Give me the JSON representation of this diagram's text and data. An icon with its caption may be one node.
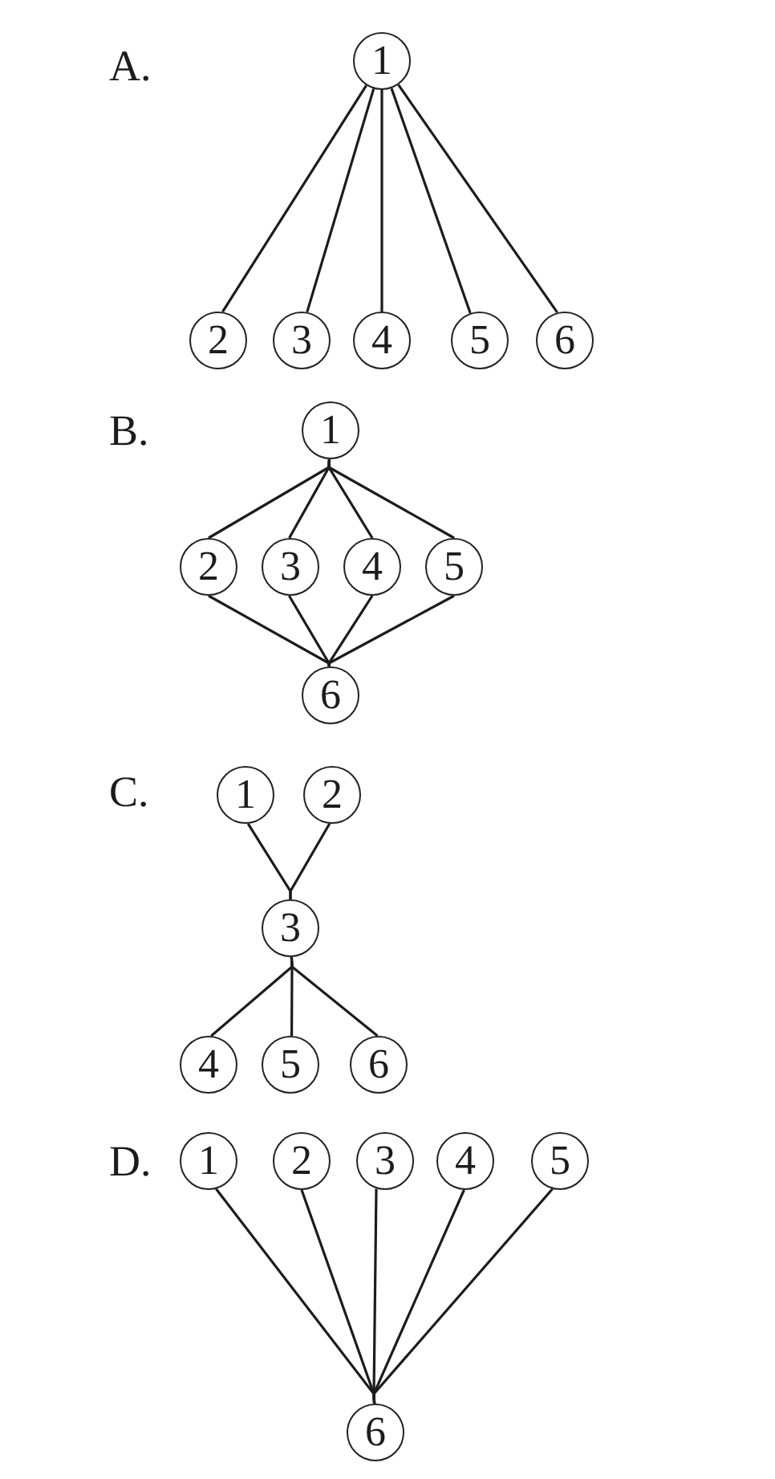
{
  "diagram": {
    "nodes": [
      {
        "text": [
          "1"
        ]
      },
      {
        "text": [
          "2"
        ]
      },
      {
        "text": [
          "3"
        ]
      },
      {
        "text": [
          "4"
        ]
      },
      {
        "text": [
          "5"
        ]
      },
      {
        "text": [
          "6"
        ]
      },
      {
        "text": [
          "1"
        ]
      },
      {
        "text": [
          "2"
        ]
      },
      {
        "text": [
          "3"
        ]
      },
      {
        "text": [
          "4"
        ]
      },
      {
        "text": [
          "5"
        ]
      },
      {
        "text": [
          "6"
        ]
      },
      {
        "text": [
          "1"
        ]
      },
      {
        "text": [
          "2"
        ]
      },
      {
        "text": [
          "3"
        ]
      },
      {
        "text": [
          "4"
        ]
      },
      {
        "text": [
          "5"
        ]
      },
      {
        "text": [
          "6"
        ]
      },
      {
        "text": [
          "1"
        ]
      },
      {
        "text": [
          "2"
        ]
      },
      {
        "text": [
          "3"
        ]
      },
      {
        "text": [
          "4"
        ]
      },
      {
        "text": [
          "5"
        ]
      },
      {
        "text": [
          "6"
        ]
      }
    ],
    "edges": [
      {
        "from": 0,
        "to": 1,
        "arrow": "none"
      },
      {
        "from": 0,
        "to": 2,
        "arrow": "none"
      },
      {
        "from": 0,
        "to": 3,
        "arrow": "none"
      },
      {
        "from": 0,
        "to": 4,
        "arrow": "none"
      },
      {
        "from": 0,
        "to": 5,
        "arrow": "none"
      },
      {
        "from": 6,
        "to": 7,
        "arrow": "none"
      },
      {
        "from": 6,
        "to": 8,
        "arrow": "none"
      },
      {
        "from": 6,
        "to": 9,
        "arrow": "none"
      },
      {
        "from": 6,
        "to": 10,
        "arrow": "none"
      },
      {
        "from": 7,
        "to": 11,
        "arrow": "none"
      },
      {
        "from": 8,
        "to": 11,
        "arrow": "none"
      },
      {
        "from": 9,
        "to": 11,
        "arrow": "none"
      },
      {
        "from": 10,
        "to": 11,
        "arrow": "none"
      },
      {
        "from": 12,
        "to": 14,
        "arrow": "none"
      },
      {
        "from": 13,
        "to": 14,
        "arrow": "none"
      },
      {
        "from": 14,
        "to": 15,
        "arrow": "none"
      },
      {
        "from": 14,
        "to": 16,
        "arrow": "none"
      },
      {
        "from": 14,
        "to": 17,
        "arrow": "none"
      },
      {
        "from": 18,
        "to": 23,
        "arrow": "none"
      },
      {
        "from": 19,
        "to": 23,
        "arrow": "none"
      },
      {
        "from": 20,
        "to": 23,
        "arrow": "none"
      },
      {
        "from": 21,
        "to": 23,
        "arrow": "none"
      },
      {
        "from": 22,
        "to": 23,
        "arrow": "none"
      }
    ],
    "labels": [
      "A.",
      "B.",
      "C.",
      "D."
    ]
  }
}
